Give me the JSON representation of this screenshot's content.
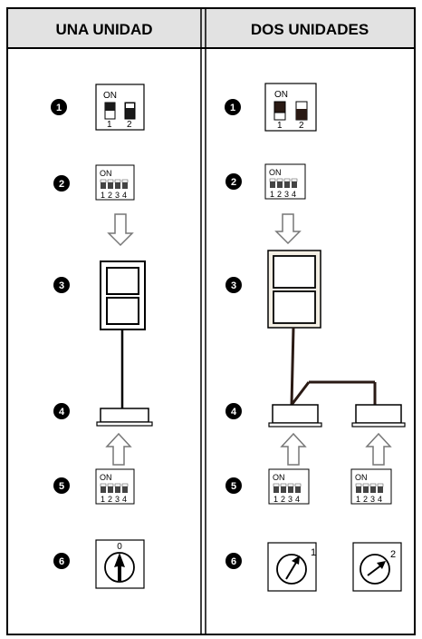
{
  "headers": {
    "left": "UNA UNIDAD",
    "right": "DOS UNIDADES"
  },
  "steps": [
    "1",
    "2",
    "3",
    "4",
    "5",
    "6"
  ],
  "dip_labels": {
    "on": "ON",
    "two_switch": [
      "1",
      "2"
    ],
    "four_switch": [
      "1",
      "2",
      "3",
      "4"
    ]
  },
  "dial_labels": {
    "single": "0",
    "first": "1",
    "second": "2"
  },
  "colors": {
    "header_bg": "#e2e2e2",
    "frame": "#000000",
    "switch_dark": "#1a1a1a",
    "arrow_fill": "#ffffff",
    "arrow_stroke": "#777777"
  }
}
